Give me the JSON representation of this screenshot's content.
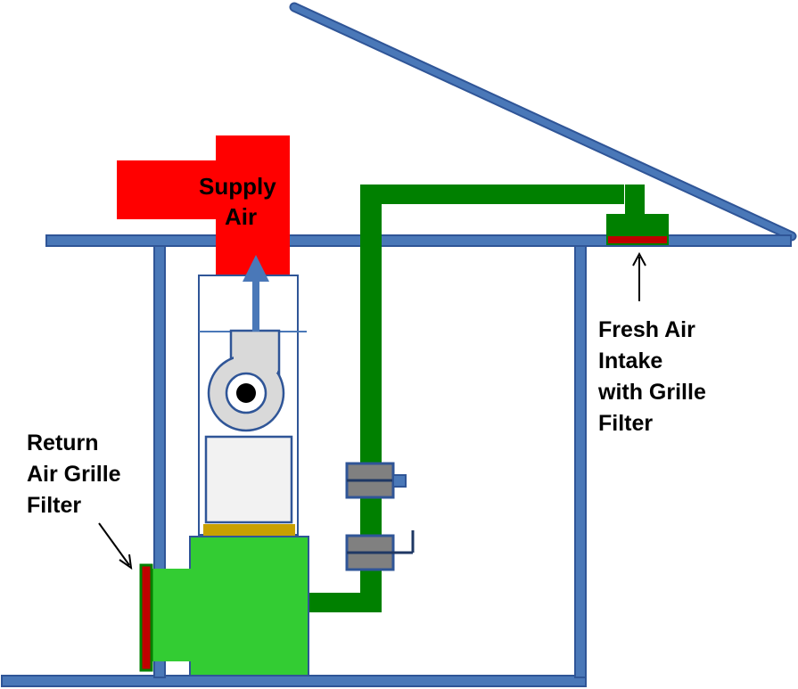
{
  "labels": {
    "supply_air": [
      "Supply",
      "Air"
    ],
    "fresh_air_intake": [
      "Fresh Air",
      "Intake",
      "with Grille",
      "Filter"
    ],
    "return_air_filter": [
      "Return",
      "Air Grille",
      "Filter"
    ]
  },
  "colors": {
    "structure": "#4a78b8",
    "structure_stroke": "#2f5597",
    "fresh_air_duct": "#008000",
    "return_plenum": "#33cc33",
    "supply_duct": "#ff0000",
    "filter": "#c00000",
    "damper": "#808080",
    "coil_tray": "#c9a000",
    "fan_housing": "#d9d9d9",
    "coil": "#f2f2f2"
  },
  "icons": {
    "airflow_arrow": "up-arrow-icon",
    "blower": "blower-fan-icon",
    "damper": "damper-icon"
  }
}
